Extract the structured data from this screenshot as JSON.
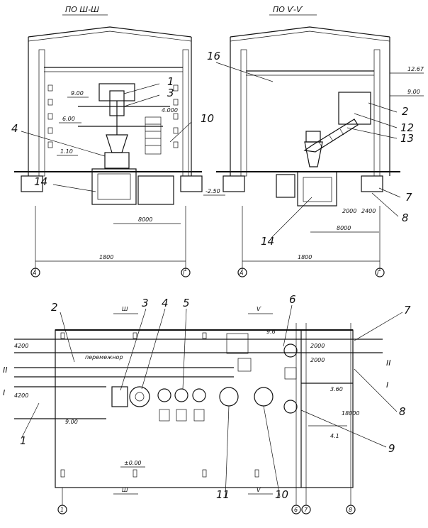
{
  "sections": {
    "left_title": "ПО Ш-Ш",
    "right_title": "ПО Ѵ-Ѵ"
  },
  "left_section": {
    "elevations": [
      "9.00",
      "6.00",
      "1.10",
      "4.000"
    ],
    "dims": [
      "8000",
      "1800"
    ],
    "axes": [
      "А",
      "Г"
    ],
    "callouts": [
      "1",
      "3",
      "4",
      "10",
      "14"
    ]
  },
  "right_section": {
    "elevations": [
      "12.67",
      "9.00",
      "-2.50",
      "2000",
      "2400"
    ],
    "dims": [
      "8000",
      "1800"
    ],
    "axes": [
      "А",
      "Г"
    ],
    "callouts": [
      "16",
      "2",
      "12",
      "13",
      "7",
      "8",
      "14"
    ]
  },
  "plan": {
    "callouts_top": [
      "2",
      "3",
      "4",
      "5",
      "6",
      "7"
    ],
    "callouts_right": [
      "8",
      "9"
    ],
    "callouts_bottom": [
      "11",
      "10"
    ],
    "callouts_left": [
      "1"
    ],
    "section_marks": [
      "Ш",
      "Ѵ",
      "Ш",
      "Ѵ"
    ],
    "side_marks": [
      "II",
      "I",
      "II",
      "I"
    ],
    "corridor_label": "перемежнор",
    "elevations": [
      "9.6",
      "3.60",
      "4.1",
      "9.00",
      "±0.00"
    ],
    "dims": [
      "4200",
      "4200",
      "2000",
      "2000",
      "18000"
    ],
    "axes": [
      "1",
      "6",
      "7",
      "8"
    ]
  },
  "colors": {
    "ink": "#111111",
    "paper": "#ffffff"
  }
}
